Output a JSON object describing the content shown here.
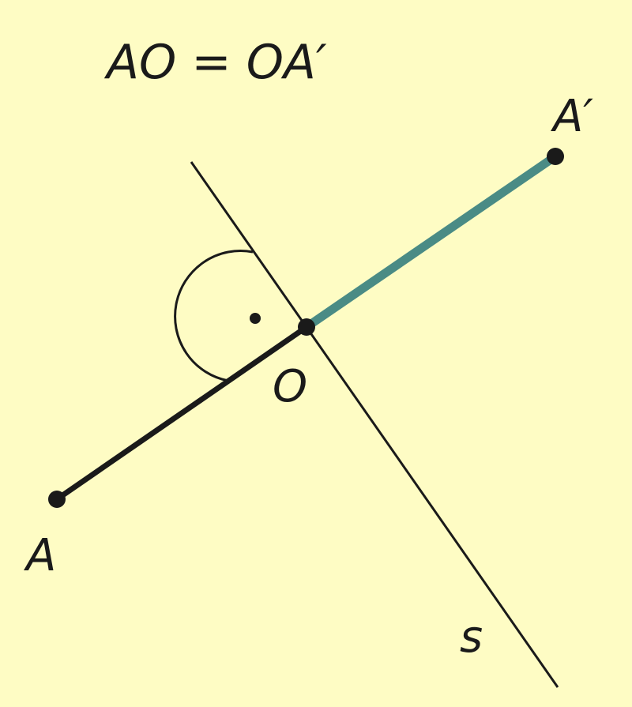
{
  "equation": "AO = OA′",
  "points": {
    "A": "A",
    "A_prime": "A′",
    "O": "O"
  },
  "line_label": "s",
  "colors": {
    "background": "#fefcc4",
    "segment_original": "#1a1a1a",
    "segment_image": "#4a8b85",
    "line": "#1a1a1a"
  }
}
